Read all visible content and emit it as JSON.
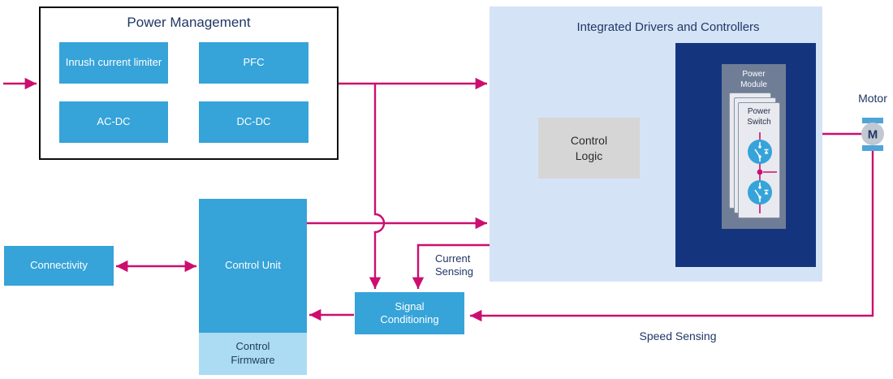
{
  "colors": {
    "block_blue": "#36A3D9",
    "accent_magenta": "#CC0E6F",
    "panel_light_blue": "#D5E3F7",
    "navy_box": "#14357E",
    "text_navy": "#1F3864",
    "firmware_blue": "#ABDCF4",
    "control_logic_gray": "#D6D6D6",
    "module_gray": "#6F7D96",
    "card_gray": "#E8EAEF",
    "motor_body_gray": "#C2C8D2",
    "motor_cap_blue": "#4FA5D8"
  },
  "power_management": {
    "title": "Power Management",
    "blocks": [
      {
        "label": "Inrush current limiter"
      },
      {
        "label": "PFC"
      },
      {
        "label": "AC-DC"
      },
      {
        "label": "DC-DC"
      }
    ]
  },
  "drivers_controllers": {
    "title": "Integrated Drivers and Controllers",
    "control_logic_label": "Control Logic",
    "power_module_label": "Power Module",
    "power_switch_label": "Power Switch"
  },
  "motor": {
    "label": "Motor",
    "symbol": "M"
  },
  "connectivity": {
    "label": "Connectivity"
  },
  "control_unit": {
    "label": "Control Unit",
    "firmware_label": "Control Firmware"
  },
  "signal_conditioning": {
    "label": "Signal Conditioning"
  },
  "annotations": {
    "current_sensing": "Current Sensing",
    "speed_sensing": "Speed Sensing"
  }
}
